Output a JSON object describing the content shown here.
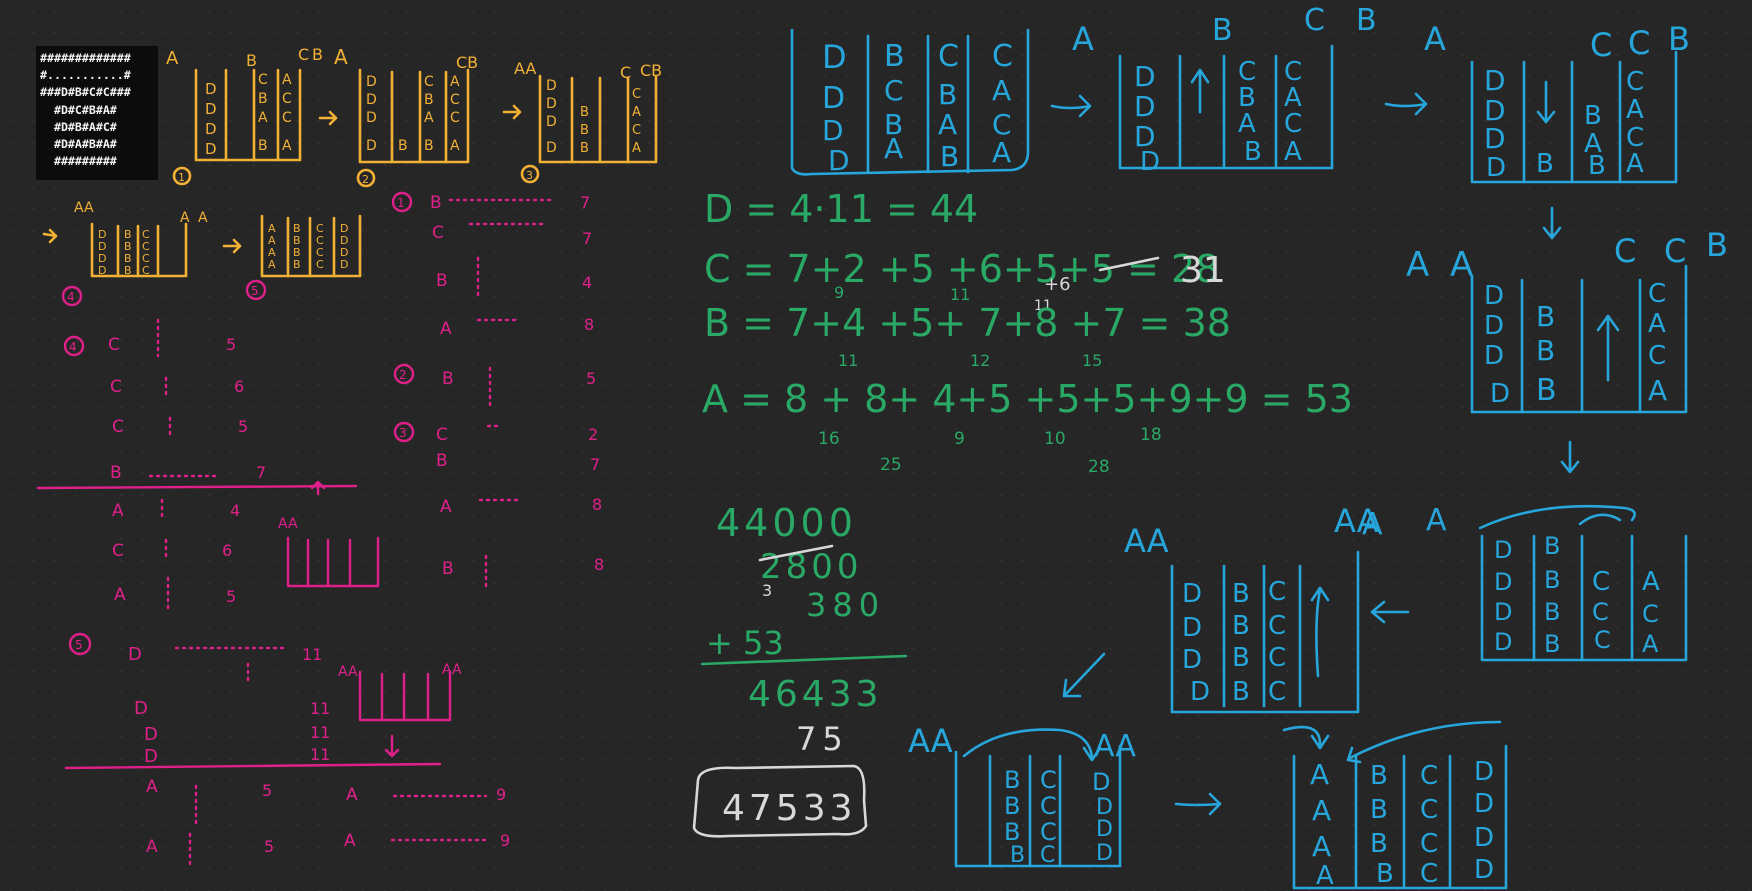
{
  "map": [
    "#############",
    "#...........#",
    "###D#B#C#C###",
    "  #D#C#B#A#",
    "  #D#B#A#C#",
    "  #D#A#B#A#",
    "  #########"
  ],
  "colors": {
    "background": "#262626",
    "yellow": "#f2b134",
    "magenta": "#e0208a",
    "green": "#2aa866",
    "white": "#d8d8d8",
    "cyan": "#27a6dc"
  },
  "yellow": {
    "steps": [
      "1",
      "2",
      "3",
      "4",
      "5"
    ],
    "labels": [
      "A",
      "B",
      "C",
      "B",
      "A",
      "CB",
      "AA",
      "C",
      "CB",
      "AA",
      "A",
      "A"
    ]
  },
  "magenta": {
    "left": [
      {
        "step": "4",
        "letter": "C",
        "cost": "5"
      },
      {
        "letter": "C",
        "cost": "6"
      },
      {
        "letter": "C",
        "cost": "5"
      },
      {
        "letter": "B",
        "cost": "7"
      },
      {
        "letter": "A",
        "cost": "4"
      },
      {
        "letter": "C",
        "cost": "6"
      },
      {
        "letter": "A",
        "cost": "5"
      }
    ],
    "right": [
      {
        "step": "1",
        "letter": "B",
        "cost": "7"
      },
      {
        "letter": "C",
        "cost": "7"
      },
      {
        "letter": "B",
        "cost": "4"
      },
      {
        "letter": "A",
        "cost": "8"
      },
      {
        "step": "2",
        "letter": "B",
        "cost": "5"
      },
      {
        "step": "3",
        "letter": "C",
        "cost": "2"
      },
      {
        "letter": "B",
        "cost": "7"
      },
      {
        "letter": "A",
        "cost": "8"
      },
      {
        "letter": "B",
        "cost": "8"
      }
    ],
    "bottom": [
      {
        "step": "5",
        "letter": "D",
        "cost": "11"
      },
      {
        "letter": "D",
        "cost": "11"
      },
      {
        "letter": "D",
        "cost": "11"
      },
      {
        "letter": "D",
        "cost": "11"
      },
      {
        "letter": "A",
        "cost": "5"
      },
      {
        "letter": "A",
        "cost": "5"
      }
    ],
    "bottom_right": [
      {
        "letter": "A",
        "cost": "9"
      },
      {
        "letter": "A",
        "cost": "9"
      }
    ],
    "labels": [
      "AA",
      "AA",
      "AA"
    ]
  },
  "green": {
    "line_d": "D = 4·11 = 44",
    "line_c": "C = 7+2 +5 +6+5+5 = 28",
    "line_c_fix": "31",
    "line_c_notes": [
      "9",
      "11",
      "11",
      "+6"
    ],
    "line_b": "B = 7+4 +5+ 7+8 +7 = 38",
    "line_b_notes": [
      "11",
      "12",
      "15"
    ],
    "line_a": "A = 8 + 8+ 4+5 +5+5+9+9 = 53",
    "line_a_notes": [
      "16",
      "9",
      "10",
      "18"
    ],
    "line_a_notes2": [
      "25",
      "28"
    ],
    "sum_rows": [
      "44000",
      "2800",
      "380",
      "+ 53"
    ],
    "sum_carry": "3",
    "sum_total": "46433",
    "correction": "75",
    "final": "47533"
  },
  "cyan": {
    "labels": [
      "A",
      "B",
      "C",
      "B",
      "A",
      "C",
      "C",
      "B",
      "A",
      "A",
      "C",
      "C",
      "B",
      "AA",
      "A",
      "A",
      "AA",
      "AA",
      "AA"
    ]
  }
}
